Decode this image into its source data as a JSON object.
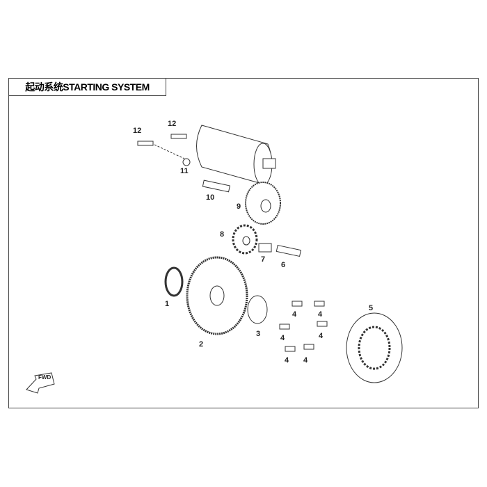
{
  "title": "起动系统STARTING SYSTEM",
  "fwd_label": "FWD",
  "parts": [
    {
      "id": "p12a",
      "num": "12"
    },
    {
      "id": "p12b",
      "num": "12"
    },
    {
      "id": "p11",
      "num": "11"
    },
    {
      "id": "p10",
      "num": "10"
    },
    {
      "id": "p9",
      "num": "9"
    },
    {
      "id": "p8",
      "num": "8"
    },
    {
      "id": "p7",
      "num": "7"
    },
    {
      "id": "p6",
      "num": "6"
    },
    {
      "id": "p1",
      "num": "1"
    },
    {
      "id": "p2",
      "num": "2"
    },
    {
      "id": "p3",
      "num": "3"
    },
    {
      "id": "p4a",
      "num": "4"
    },
    {
      "id": "p4b",
      "num": "4"
    },
    {
      "id": "p4c",
      "num": "4"
    },
    {
      "id": "p4d",
      "num": "4"
    },
    {
      "id": "p4e",
      "num": "4"
    },
    {
      "id": "p4f",
      "num": "4"
    },
    {
      "id": "p5",
      "num": "5"
    }
  ]
}
